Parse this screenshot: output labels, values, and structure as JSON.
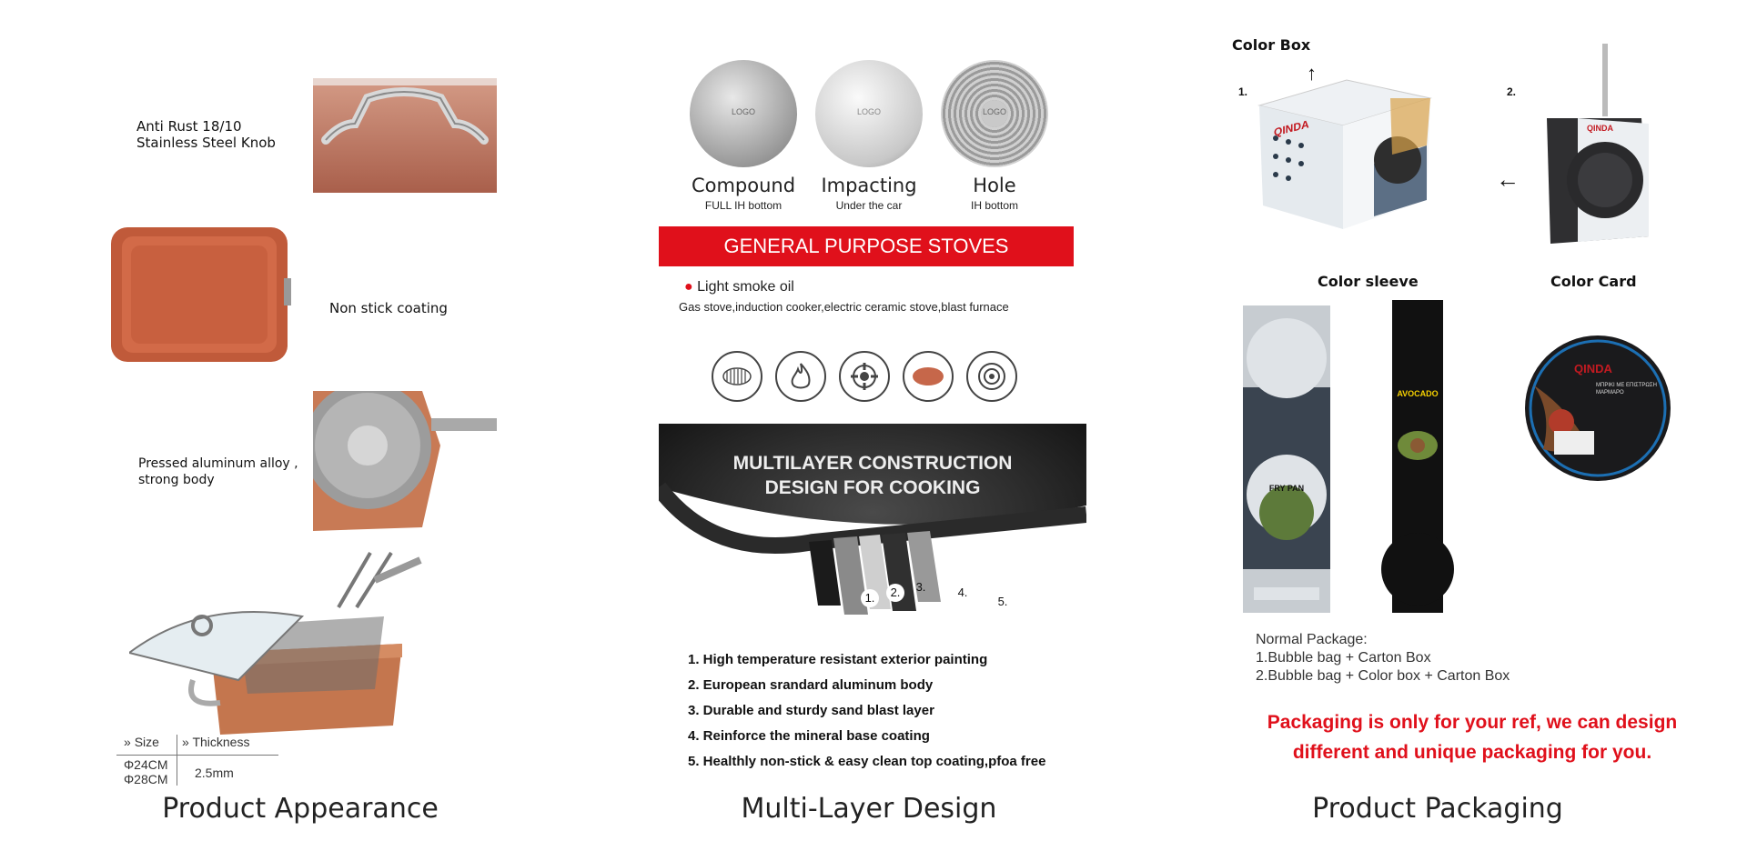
{
  "appearance": {
    "caption": "Product Appearance",
    "feature_knob_line1": "Anti Rust 18/10",
    "feature_knob_line2": "Stainless Steel Knob",
    "feature_coating": "Non stick coating",
    "feature_body_line1": "Pressed aluminum alloy ,",
    "feature_body_line2": "strong body",
    "size_header": "Size",
    "thickness_header": "Thickness",
    "size_1": "Φ24CM",
    "size_2": "Φ28CM",
    "thickness_value": "2.5mm"
  },
  "multilayer": {
    "caption": "Multi-Layer Design",
    "bottoms": [
      {
        "title": "Compound",
        "sub": "FULL IH bottom",
        "logo": "LOGO"
      },
      {
        "title": "Impacting",
        "sub": "Under the car",
        "logo": "LOGO"
      },
      {
        "title": "Hole",
        "sub": "IH bottom",
        "logo": "LOGO"
      }
    ],
    "stoves_banner": "GENERAL PURPOSE STOVES",
    "smoke_oil": "Light smoke oil",
    "stove_types": "Gas stove,induction cooker,electric ceramic stove,blast furnace",
    "stove_icons": [
      "induction-coil-icon",
      "flame-icon",
      "gas-burner-icon",
      "ceramic-plate-icon",
      "radiant-hob-icon"
    ],
    "construction_line1": "MULTILAYER CONSTRUCTION",
    "construction_line2": "DESIGN FOR COOKING",
    "layer_numbers": [
      "1.",
      "2.",
      "3.",
      "4.",
      "5."
    ],
    "layers": [
      "1. High temperature resistant exterior painting",
      "2. European srandard aluminum body",
      "3. Durable and sturdy sand blast layer",
      "4. Reinforce the mineral base coating",
      "5. Healthly non-stick & easy clean top coating,pfoa free"
    ]
  },
  "packaging": {
    "caption": "Product Packaging",
    "color_box_label": "Color Box",
    "step1": "1.",
    "step2": "2.",
    "color_sleeve_label": "Color sleeve",
    "color_card_label": "Color Card",
    "brand": "QINDA",
    "normal_package_title": "Normal Package:",
    "normal_package_1": "1.Bubble bag + Carton Box",
    "normal_package_2": "2.Bubble bag + Color box + Carton Box",
    "note_line1": "Packaging is only for your ref, we can design",
    "note_line2": "different and unique packaging for you.",
    "sleeve_fry_pan": "FRY PAN",
    "sleeve_avocado": "AVOCADO",
    "card_text": "ΜΠΡΙΚΙ ΜΕ ΕΠΙΣΤΡΩΣΗ ΜΑΡΜΑΡΟ"
  },
  "colors": {
    "red": "#e0101b",
    "copper": "#c46a45",
    "dark": "#1d1d1f"
  }
}
